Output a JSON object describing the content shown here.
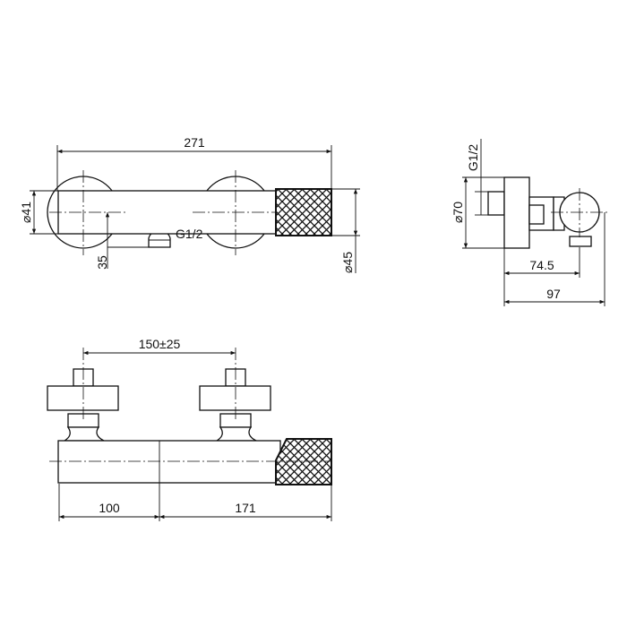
{
  "top_view": {
    "overall_length": "271",
    "body_diameter": "⌀41",
    "handle_diameter": "⌀45",
    "outlet_offset": "35",
    "outlet_thread": "G1/2"
  },
  "side_view": {
    "inlet_thread": "G1/2",
    "flange_diameter": "⌀70",
    "depth_to_axis": "74.5",
    "overall_depth": "97"
  },
  "front_view": {
    "inlet_spacing": "150±25",
    "left_length": "100",
    "right_length": "171"
  },
  "colors": {
    "line": "#111111",
    "background": "#ffffff"
  }
}
